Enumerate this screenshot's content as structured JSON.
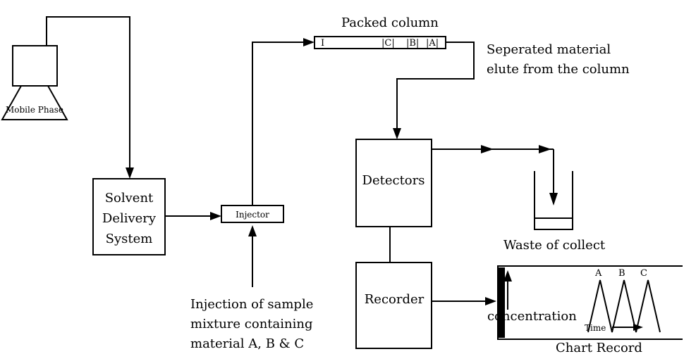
{
  "mobile_phase": "Mobile Phase",
  "packed_column": {
    "title": "Packed column",
    "band_marks": [
      "I",
      "|C|",
      "|B|",
      "|A|"
    ]
  },
  "separated_note": [
    "Seperated material",
    "elute from the column"
  ],
  "solvent_delivery": [
    "Solvent",
    "Delivery",
    "System"
  ],
  "injector": "Injector",
  "injection_note": [
    "Injection of sample",
    "mixture containing",
    "material A, B & C"
  ],
  "detectors": "Detectors",
  "recorder": "Recorder",
  "waste": "Waste of collect",
  "chart_record": {
    "title": "Chart Record",
    "y_label": "concentration",
    "x_label": "Time",
    "peaks": [
      "A",
      "B",
      "C"
    ]
  }
}
